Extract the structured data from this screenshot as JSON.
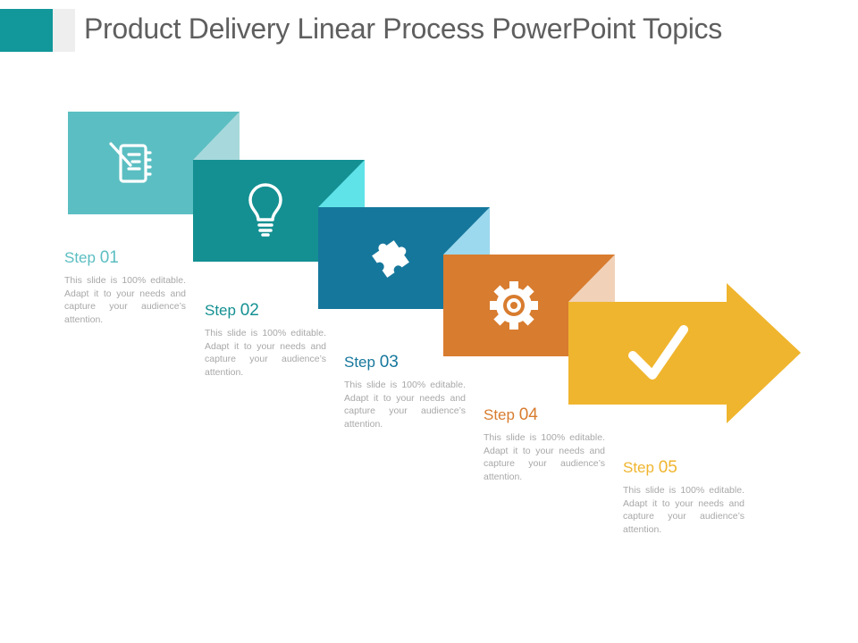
{
  "slide": {
    "title": "Product Delivery Linear Process PowerPoint Topics"
  },
  "colors": {
    "accent": "#12979a",
    "step1": "#5bbec2",
    "step1_fold": "#a7d9dc",
    "step2": "#149092",
    "step2_fold": "#5fe2e8",
    "step3": "#16779c",
    "step3_fold": "#9cd9ee",
    "step4": "#d87c2f",
    "step4_fold": "#f1d2b9",
    "step5": "#f0b52e"
  },
  "steps": [
    {
      "label": "Step",
      "number": "01",
      "text": "This slide is 100% editable. Adapt it to your needs and capture your audience’s attention.",
      "icon": "notebook-icon"
    },
    {
      "label": "Step",
      "number": "02",
      "text": "This slide is 100% editable. Adapt it to your needs and capture your audience’s attention.",
      "icon": "lightbulb-icon"
    },
    {
      "label": "Step",
      "number": "03",
      "text": "This slide is 100% editable. Adapt it to your needs and capture your audience’s attention.",
      "icon": "puzzle-icon"
    },
    {
      "label": "Step",
      "number": "04",
      "text": "This slide is 100% editable. Adapt it to your needs and capture your audience’s attention.",
      "icon": "gear-icon"
    },
    {
      "label": "Step",
      "number": "05",
      "text": "This slide is 100% editable. Adapt it to your needs and capture your audience’s attention.",
      "icon": "checkmark-icon"
    }
  ]
}
